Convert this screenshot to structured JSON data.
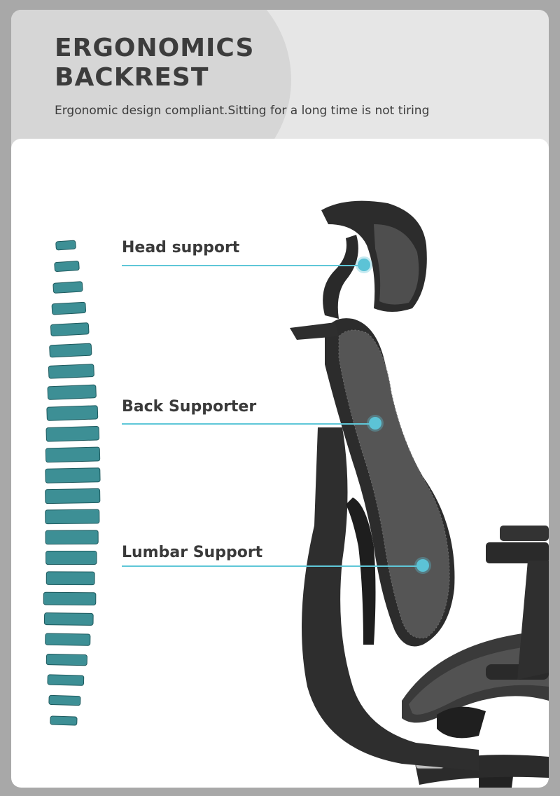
{
  "header": {
    "title": "ERGONOMICS BACKREST",
    "subtitle": "Ergonomic design compliant.Sitting for a long time is not tiring"
  },
  "callouts": [
    {
      "label": "Head support"
    },
    {
      "label": "Back Supporter"
    },
    {
      "label": "Lumbar Support"
    }
  ],
  "icons": {
    "spine": "spine-illustration",
    "chair": "office-chair-image"
  },
  "colors": {
    "accent": "#5cc3d6",
    "spine": "#3d8f95",
    "chair": "#2a2a2a",
    "text": "#3a3a3a"
  }
}
